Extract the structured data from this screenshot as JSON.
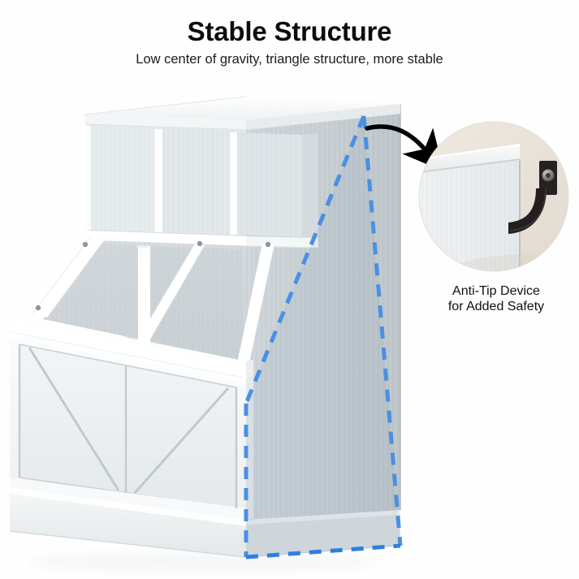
{
  "header": {
    "title": "Stable Structure",
    "subtitle": "Low center of gravity, triangle structure, more stable"
  },
  "callout": {
    "caption_line1": "Anti-Tip Device",
    "caption_line2": "for Added Safety",
    "arrow": "curved-arrow-icon"
  },
  "product": {
    "name": "white-farmhouse-storage-bench-cubby-unit",
    "top_cubbies": {
      "count": 3,
      "labels": [
        "cubby-left",
        "cubby-center",
        "cubby-right"
      ]
    },
    "storage_bins": {
      "count": 2,
      "labels": [
        "bin-left",
        "bin-right"
      ]
    },
    "front_panel": "barn-door-x-brace-panel",
    "base": "plinth-base"
  },
  "overlay": {
    "shape": "triangle-stability-outline",
    "style": "dashed",
    "description": "blue dashed triangular center-of-gravity outline on right side panel"
  },
  "colors": {
    "background": "#ffffff",
    "text": "#111111",
    "accent_blue": "#4a90e2",
    "wood_white": "#f4f6f7",
    "wood_shadow": "#c3cace",
    "side_panel": "#c9d0d4",
    "wall_beige": "#e9e2d9",
    "strap_black": "#231f20",
    "arrow_black": "#000000"
  }
}
